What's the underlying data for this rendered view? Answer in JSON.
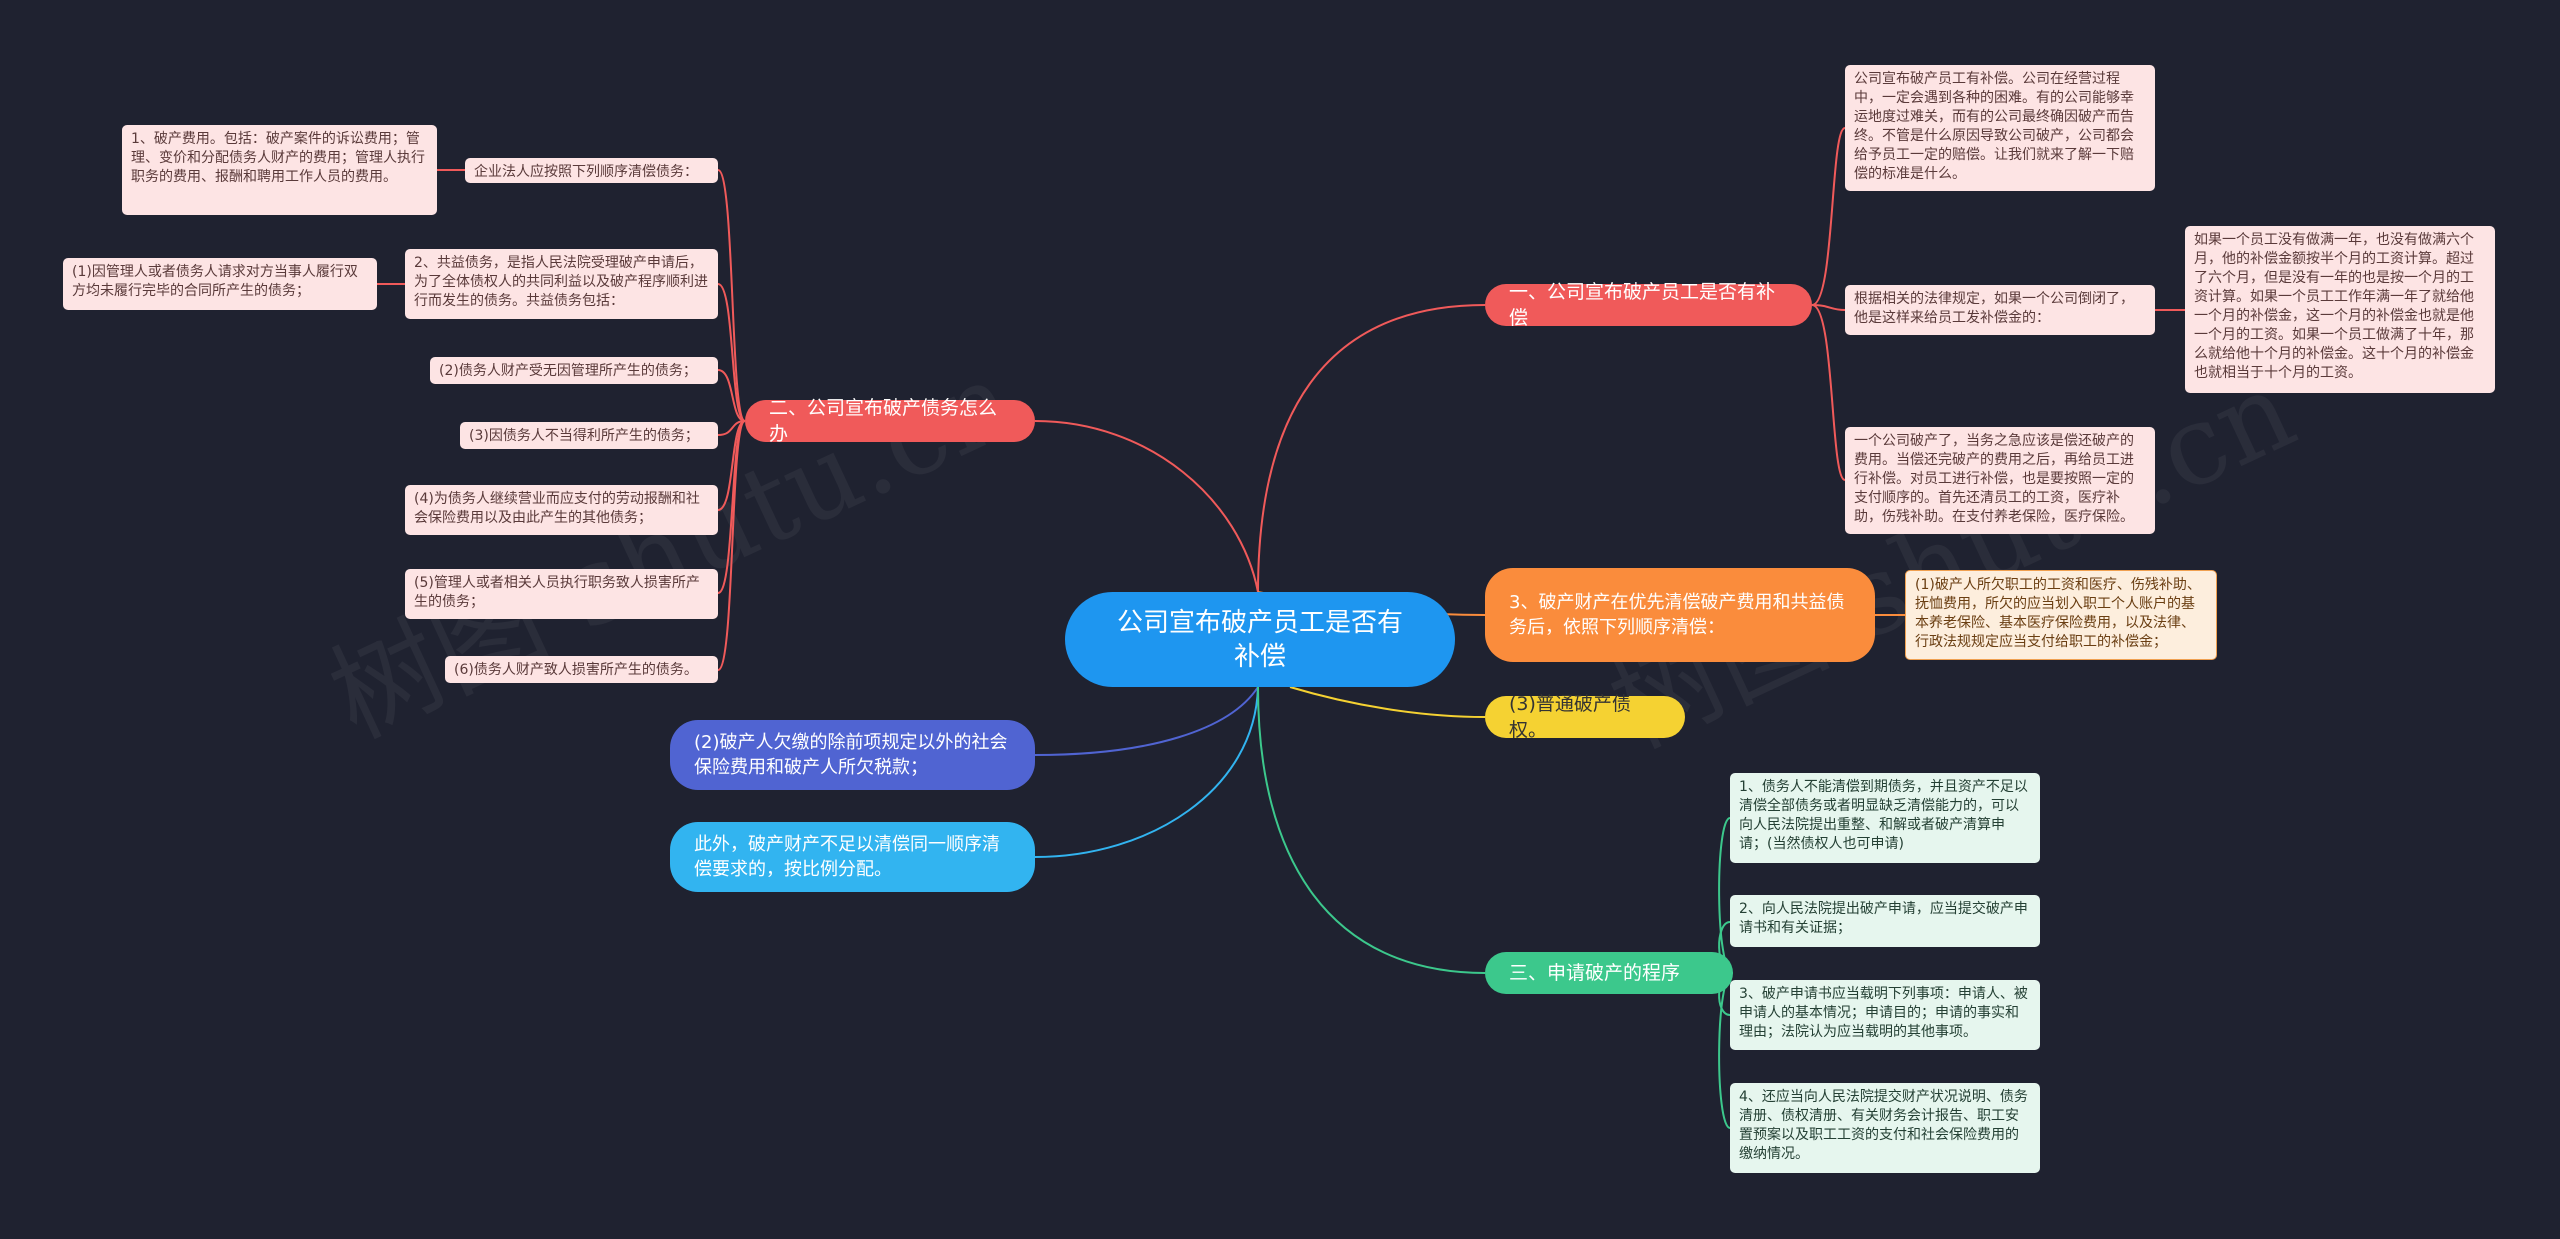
{
  "root": "公司宣布破产员工是否有补偿",
  "branches": {
    "b1": "一、公司宣布破产员工是否有补偿",
    "b2": "二、公司宣布破产债务怎么办",
    "b3": "3、破产财产在优先清偿破产费用和共益债务后，依照下列顺序清偿：",
    "b4": "(3)普通破产债权。",
    "b5": "(2)破产人欠缴的除前项规定以外的社会保险费用和破产人所欠税款；",
    "b6": "此外，破产财产不足以清偿同一顺序清偿要求的，按比例分配。",
    "b7": "三、申请破产的程序"
  },
  "b1_leaves": {
    "intro": "公司宣布破产员工有补偿。公司在经营过程中，一定会遇到各种的困难。有的公司能够幸运地度过难关，而有的公司最终确因破产而告终。不管是什么原因导致公司破产，公司都会给予员工一定的赔偿。让我们就来了解一下赔偿的标准是什么。",
    "law": "根据相关的法律规定，如果一个公司倒闭了，他是这样来给员工发补偿金的：",
    "law_detail": "如果一个员工没有做满一年，也没有做满六个月，他的补偿金额按半个月的工资计算。超过了六个月，但是没有一年的也是按一个月的工资计算。如果一个员工工作年满一年了就给他一个月的补偿金，这一个月的补偿金也就是他一个月的工资。如果一个员工做满了十年，那么就给他十个月的补偿金。这十个月的补偿金也就相当于十个月的工资。",
    "order": "一个公司破产了，当务之急应该是偿还破产的费用。当偿还完破产的费用之后，再给员工进行补偿。对员工进行补偿，也是要按照一定的支付顺序的。首先还清员工的工资，医疗补助，伤残补助。在支付养老保险，医疗保险。"
  },
  "b2_leaves": {
    "head": "企业法人应按照下列顺序清偿债务：",
    "fee": "1、破产费用。包括：破产案件的诉讼费用；管理、变价和分配债务人财产的费用；管理人执行职务的费用、报酬和聘用工作人员的费用。",
    "common": "2、共益债务，是指人民法院受理破产申请后，为了全体债权人的共同利益以及破产程序顺利进行而发生的债务。共益债务包括：",
    "common_1": "(1)因管理人或者债务人请求对方当事人履行双方均未履行完毕的合同所产生的债务；",
    "c2": "(2)债务人财产受无因管理所产生的债务；",
    "c3": "(3)因债务人不当得利所产生的债务；",
    "c4": "(4)为债务人继续营业而应支付的劳动报酬和社会保险费用以及由此产生的其他债务；",
    "c5": "(5)管理人或者相关人员执行职务致人损害所产生的债务；",
    "c6": "(6)债务人财产致人损害所产生的债务。"
  },
  "b3_leaf": "(1)破产人所欠职工的工资和医疗、伤残补助、抚恤费用，所欠的应当划入职工个人账户的基本养老保险、基本医疗保险费用，以及法律、行政法规规定应当支付给职工的补偿金；",
  "b7_leaves": {
    "s1": "1、债务人不能清偿到期债务，并且资产不足以清偿全部债务或者明显缺乏清偿能力的，可以向人民法院提出重整、和解或者破产清算申请；(当然债权人也可申请)",
    "s2": "2、向人民法院提出破产申请，应当提交破产申请书和有关证据；",
    "s3": "3、破产申请书应当载明下列事项：申请人、被申请人的基本情况；申请目的；申请的事实和理由；法院认为应当载明的其他事项。",
    "s4": "4、还应当向人民法院提交财产状况说明、债务清册、债权清册、有关财务会计报告、职工安置预案以及职工工资的支付和社会保险费用的缴纳情况。"
  },
  "colors": {
    "background": "#1f2230",
    "root": "#1e96f0",
    "red": "#f05a5a",
    "orange": "#fa8c3c",
    "yellow": "#f5d232",
    "indigo": "#5064d2",
    "cyan": "#32b4f0",
    "green": "#3cc88c"
  },
  "watermark": "树图 shutu.cn"
}
